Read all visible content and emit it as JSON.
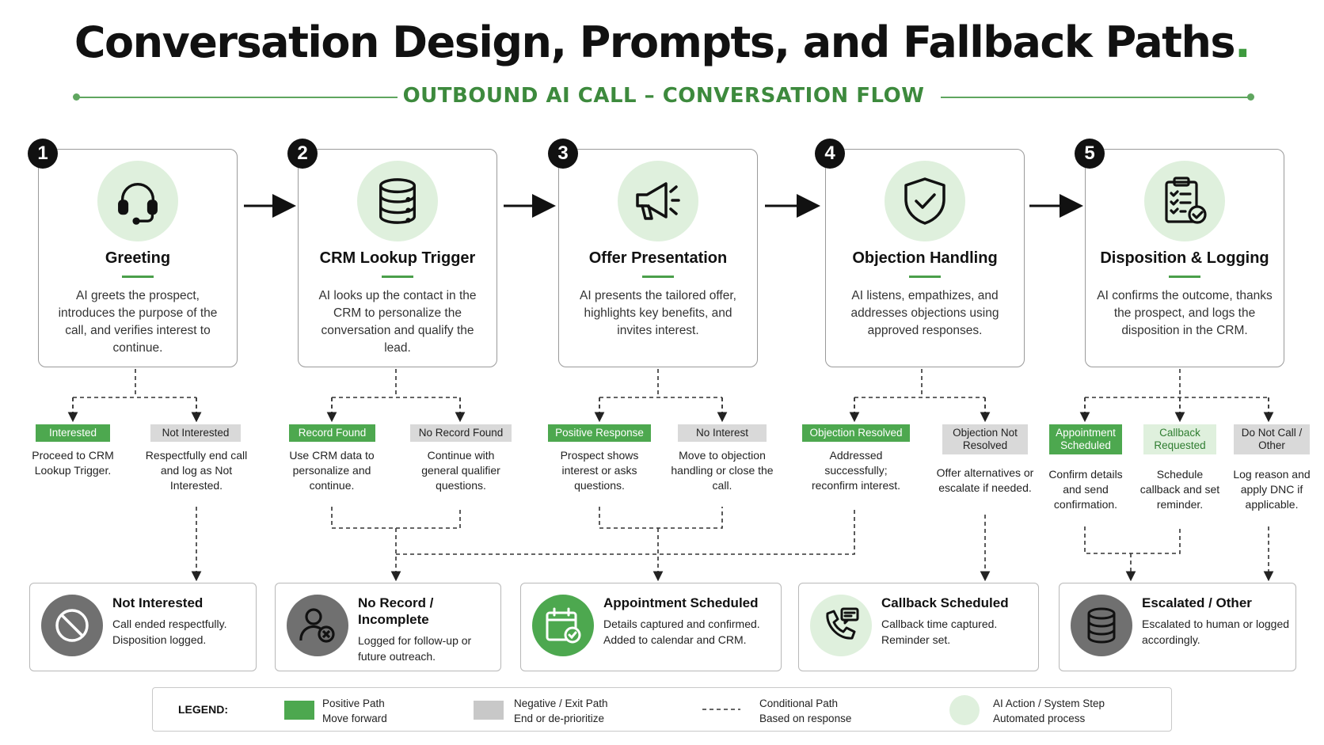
{
  "title": "Conversation Design, Prompts, and Fallback Paths",
  "title_dot": ".",
  "subtitle": "OUTBOUND AI CALL – CONVERSATION FLOW",
  "colors": {
    "accent": "#4da84f",
    "dark": "#111111",
    "light_green": "#dff0dd",
    "grey": "#d9d9d9"
  },
  "steps": [
    {
      "num": "1",
      "icon": "headset-icon",
      "title": "Greeting",
      "body": "AI greets the prospect, introduces the purpose of the call, and verifies interest to continue.",
      "branches": [
        {
          "label": "Interested",
          "type": "positive",
          "desc": "Proceed to CRM Lookup Trigger."
        },
        {
          "label": "Not Interested",
          "type": "negative",
          "desc": "Respectfully end call and log as Not Interested."
        }
      ]
    },
    {
      "num": "2",
      "icon": "database-icon",
      "title": "CRM Lookup Trigger",
      "body": "AI looks up the contact in the CRM to personalize the conversation and qualify the lead.",
      "branches": [
        {
          "label": "Record Found",
          "type": "positive",
          "desc": "Use CRM data to personalize and continue."
        },
        {
          "label": "No Record Found",
          "type": "negative",
          "desc": "Continue with general qualifier questions."
        }
      ]
    },
    {
      "num": "3",
      "icon": "megaphone-icon",
      "title": "Offer Presentation",
      "body": "AI presents the tailored offer, highlights key benefits, and invites interest.",
      "branches": [
        {
          "label": "Positive Response",
          "type": "positive",
          "desc": "Prospect shows interest or asks questions."
        },
        {
          "label": "No Interest",
          "type": "negative",
          "desc": "Move to objection handling or close the call."
        }
      ]
    },
    {
      "num": "4",
      "icon": "shield-check-icon",
      "title": "Objection Handling",
      "body": "AI listens, empathizes, and addresses objections using approved responses.",
      "branches": [
        {
          "label": "Objection Resolved",
          "type": "positive",
          "desc": "Addressed successfully; reconfirm interest."
        },
        {
          "label": "Objection Not Resolved",
          "type": "negative",
          "desc": "Offer alternatives or escalate if needed."
        }
      ]
    },
    {
      "num": "5",
      "icon": "clipboard-check-icon",
      "title": "Disposition & Logging",
      "body": "AI confirms the outcome, thanks the prospect, and logs the disposition in the CRM.",
      "branches": [
        {
          "label": "Appointment Scheduled",
          "type": "positive",
          "desc": "Confirm details and send confirmation."
        },
        {
          "label": "Callback Requested",
          "type": "light",
          "desc": "Schedule callback and set reminder."
        },
        {
          "label": "Do Not Call / Other",
          "type": "negative",
          "desc": "Log reason and apply DNC if applicable."
        }
      ]
    }
  ],
  "outcomes": [
    {
      "icon": "ban-icon",
      "title": "Not Interested",
      "body": "Call ended respectfully. Disposition logged."
    },
    {
      "icon": "user-x-icon",
      "title": "No Record / Incomplete",
      "body": "Logged for follow-up or future outreach."
    },
    {
      "icon": "calendar-check-icon",
      "title": "Appointment Scheduled",
      "body": "Details captured and confirmed. Added to calendar and CRM."
    },
    {
      "icon": "phone-message-icon",
      "title": "Callback Scheduled",
      "body": "Callback time captured. Reminder set."
    },
    {
      "icon": "database-icon",
      "title": "Escalated / Other",
      "body": "Escalated to human or logged accordingly."
    }
  ],
  "legend": {
    "title": "LEGEND:",
    "items": [
      {
        "label": "Positive Path",
        "sub": "Move forward",
        "swatch": "#4da84f"
      },
      {
        "label": "Negative / Exit Path",
        "sub": "End or de-prioritize",
        "swatch": "#c8c8c8"
      },
      {
        "label": "Conditional Path",
        "sub": "Based on response",
        "swatch": "dashed"
      },
      {
        "label": "AI Action / System Step",
        "sub": "Automated process",
        "swatch": "#dff0dd"
      }
    ]
  }
}
